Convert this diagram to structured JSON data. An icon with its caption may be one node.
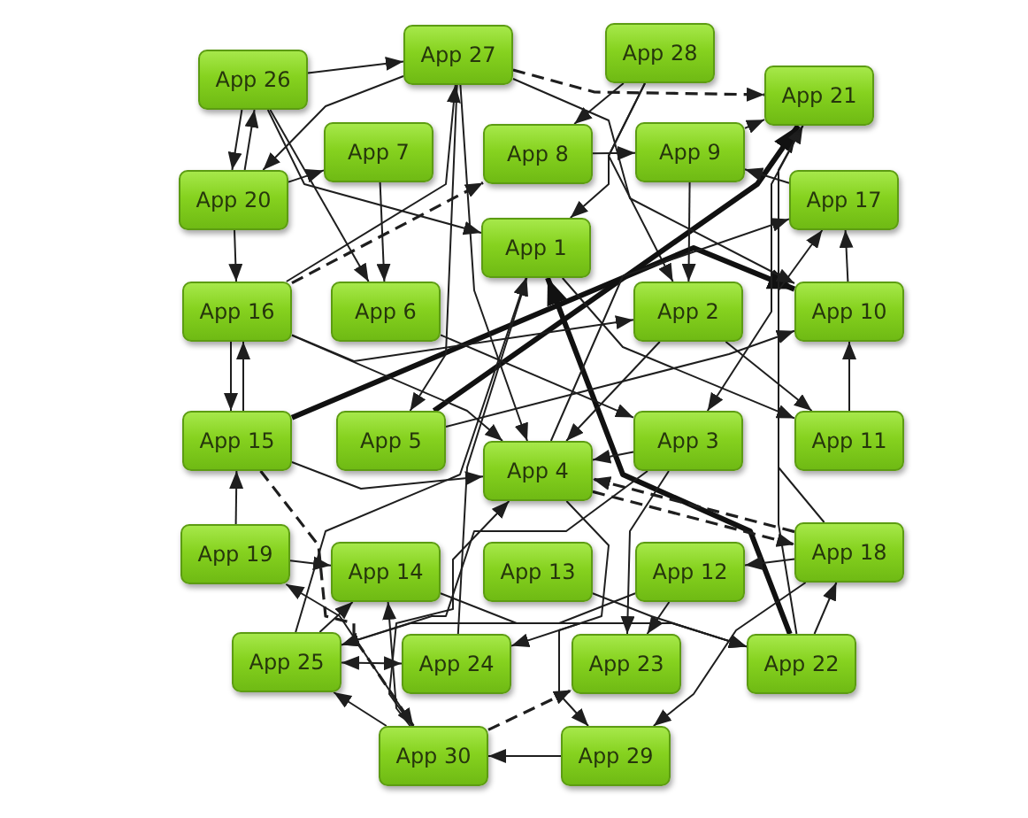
{
  "diagram": {
    "nodes": [
      {
        "text": [
          "App 26"
        ]
      },
      {
        "text": [
          "App 27"
        ]
      },
      {
        "text": [
          "App 28"
        ]
      },
      {
        "text": [
          "App 21"
        ]
      },
      {
        "text": [
          "App 7"
        ]
      },
      {
        "text": [
          "App 8"
        ]
      },
      {
        "text": [
          "App 9"
        ]
      },
      {
        "text": [
          "App 20"
        ]
      },
      {
        "text": [
          "App 17"
        ]
      },
      {
        "text": [
          "App 1"
        ]
      },
      {
        "text": [
          "App 16"
        ]
      },
      {
        "text": [
          "App 6"
        ]
      },
      {
        "text": [
          "App 2"
        ]
      },
      {
        "text": [
          "App 10"
        ]
      },
      {
        "text": [
          "App 15"
        ]
      },
      {
        "text": [
          "App 5"
        ]
      },
      {
        "text": [
          "App 4"
        ]
      },
      {
        "text": [
          "App 3"
        ]
      },
      {
        "text": [
          "App 11"
        ]
      },
      {
        "text": [
          "App 19"
        ]
      },
      {
        "text": [
          "App 14"
        ]
      },
      {
        "text": [
          "App 13"
        ]
      },
      {
        "text": [
          "App 12"
        ]
      },
      {
        "text": [
          "App 18"
        ]
      },
      {
        "text": [
          "App 25"
        ]
      },
      {
        "text": [
          "App 24"
        ]
      },
      {
        "text": [
          "App 23"
        ]
      },
      {
        "text": [
          "App 22"
        ]
      },
      {
        "text": [
          "App 30"
        ]
      },
      {
        "text": [
          "App 29"
        ]
      }
    ],
    "edges": [
      {
        "from": 0,
        "to": 1,
        "arrow": "to"
      },
      {
        "from": 1,
        "to": 3,
        "arrow": "to",
        "style": "dashed"
      },
      {
        "from": 2,
        "to": 5,
        "arrow": "to"
      },
      {
        "from": 2,
        "to": 9,
        "arrow": "to"
      },
      {
        "from": 2,
        "to": 12,
        "arrow": "to"
      },
      {
        "from": 5,
        "to": 6,
        "arrow": "to"
      },
      {
        "from": 0,
        "to": 9,
        "arrow": "to"
      },
      {
        "from": 0,
        "to": 7,
        "arrow": "to"
      },
      {
        "from": 7,
        "to": 0,
        "arrow": "to"
      },
      {
        "from": 7,
        "to": 10,
        "arrow": "to"
      },
      {
        "from": 10,
        "to": 14,
        "arrow": "to"
      },
      {
        "from": 14,
        "to": 10,
        "arrow": "to"
      },
      {
        "from": 19,
        "to": 14,
        "arrow": "to"
      },
      {
        "from": 14,
        "to": 13,
        "arrow": "to",
        "style": "thick"
      },
      {
        "from": 15,
        "to": 3,
        "arrow": "to",
        "style": "thick"
      },
      {
        "from": 27,
        "to": 9,
        "arrow": "to",
        "style": "thick"
      },
      {
        "from": 10,
        "to": 12,
        "arrow": "to"
      },
      {
        "from": 27,
        "to": 23,
        "arrow": "to"
      },
      {
        "from": 27,
        "to": 25,
        "arrow": "to"
      },
      {
        "from": 29,
        "to": 28,
        "arrow": "to"
      },
      {
        "from": 23,
        "to": 22,
        "arrow": "to"
      },
      {
        "from": 17,
        "to": 26,
        "arrow": "to"
      },
      {
        "from": 23,
        "to": 29,
        "arrow": "to"
      },
      {
        "from": 16,
        "to": 29,
        "arrow": "to"
      },
      {
        "from": 20,
        "to": 27,
        "arrow": "to"
      },
      {
        "from": 24,
        "to": 25,
        "arrow": "both"
      },
      {
        "from": 28,
        "to": 24,
        "arrow": "to"
      },
      {
        "from": 28,
        "to": 19,
        "arrow": "to"
      },
      {
        "from": 28,
        "to": 20,
        "arrow": "to"
      },
      {
        "from": 28,
        "to": 16,
        "arrow": "to"
      },
      {
        "from": 24,
        "to": 20,
        "arrow": "to"
      },
      {
        "from": 19,
        "to": 20,
        "arrow": "to"
      },
      {
        "from": 18,
        "to": 13,
        "arrow": "to"
      },
      {
        "from": 27,
        "to": 3,
        "arrow": "to"
      },
      {
        "from": 23,
        "to": 8,
        "arrow": "to"
      },
      {
        "from": 8,
        "to": 6,
        "arrow": "to"
      },
      {
        "from": 6,
        "to": 12,
        "arrow": "to"
      },
      {
        "from": 1,
        "to": 13,
        "arrow": "to"
      },
      {
        "from": 7,
        "to": 4,
        "arrow": "to"
      },
      {
        "from": 1,
        "to": 7,
        "arrow": "to"
      },
      {
        "from": 10,
        "to": 1,
        "arrow": "to"
      },
      {
        "from": 10,
        "to": 5,
        "arrow": "to",
        "style": "dashed"
      },
      {
        "from": 0,
        "to": 11,
        "arrow": "to"
      },
      {
        "from": 4,
        "to": 11,
        "arrow": "to"
      },
      {
        "from": 1,
        "to": 15,
        "arrow": "to"
      },
      {
        "from": 1,
        "to": 16,
        "arrow": "to"
      },
      {
        "from": 3,
        "to": 17,
        "arrow": "to"
      },
      {
        "from": 17,
        "to": 16,
        "arrow": "to"
      },
      {
        "from": 23,
        "to": 16,
        "arrow": "to",
        "style": "dashed"
      },
      {
        "from": 12,
        "to": 18,
        "arrow": "to"
      },
      {
        "from": 9,
        "to": 18,
        "arrow": "to"
      },
      {
        "from": 11,
        "to": 17,
        "arrow": "to"
      },
      {
        "from": 10,
        "to": 16,
        "arrow": "to"
      },
      {
        "from": 14,
        "to": 16,
        "arrow": "to"
      },
      {
        "from": 12,
        "to": 16,
        "arrow": "to"
      },
      {
        "from": 28,
        "to": 26,
        "arrow": "to",
        "style": "dashed"
      },
      {
        "from": 24,
        "to": 9,
        "arrow": "to"
      },
      {
        "from": 15,
        "to": 13,
        "arrow": "to"
      },
      {
        "from": 6,
        "to": 3,
        "arrow": "to"
      },
      {
        "from": 16,
        "to": 8,
        "arrow": "to"
      },
      {
        "from": 13,
        "to": 8,
        "arrow": "to"
      },
      {
        "from": 25,
        "to": 9,
        "arrow": "to"
      },
      {
        "from": 22,
        "to": 24,
        "arrow": "to"
      },
      {
        "from": 21,
        "to": 27,
        "arrow": "to"
      },
      {
        "from": 16,
        "to": 23,
        "arrow": "to",
        "style": "dashed"
      },
      {
        "from": 17,
        "to": 24,
        "arrow": "to"
      },
      {
        "from": 22,
        "to": 26,
        "arrow": "to"
      },
      {
        "from": 14,
        "to": 28,
        "arrow": "to",
        "style": "dashed"
      }
    ]
  }
}
